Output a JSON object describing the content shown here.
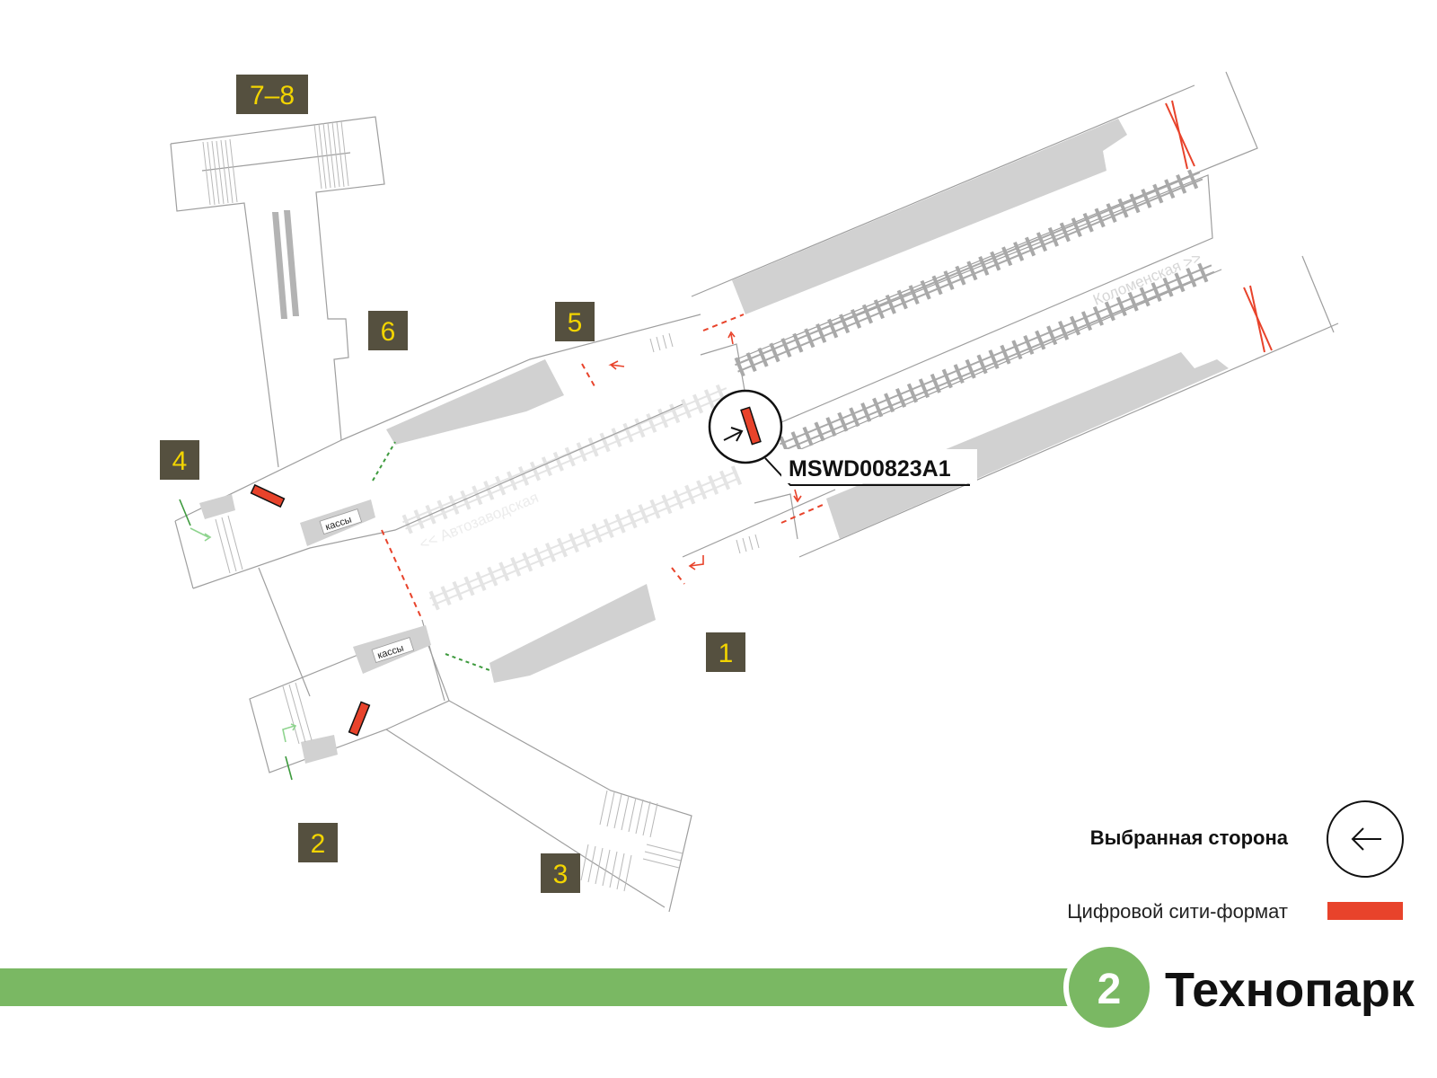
{
  "exits": [
    {
      "id": "7-8",
      "label": "7–8"
    },
    {
      "id": "6",
      "label": "6"
    },
    {
      "id": "5",
      "label": "5"
    },
    {
      "id": "4",
      "label": "4"
    },
    {
      "id": "1",
      "label": "1"
    },
    {
      "id": "2",
      "label": "2"
    },
    {
      "id": "3",
      "label": "3"
    }
  ],
  "ticket_office_label": "кассы",
  "direction_labels": {
    "upper": "Коломенская >>",
    "lower": "<< Автозаводская"
  },
  "selected_panel_code": "MSWD00823A1",
  "legend": {
    "selected_side": "Выбранная сторона",
    "digital_city_format": "Цифровой сити-формат"
  },
  "line": {
    "number": "2",
    "station_name": "Технопарк",
    "color": "#7ab863"
  },
  "colors": {
    "exit_box": "#55503f",
    "exit_text": "#f2d400",
    "panel_red": "#e8432b",
    "wall_gray": "#d1d1d1",
    "track_gray": "#a9a9a9",
    "outline": "#9e9e9e"
  }
}
